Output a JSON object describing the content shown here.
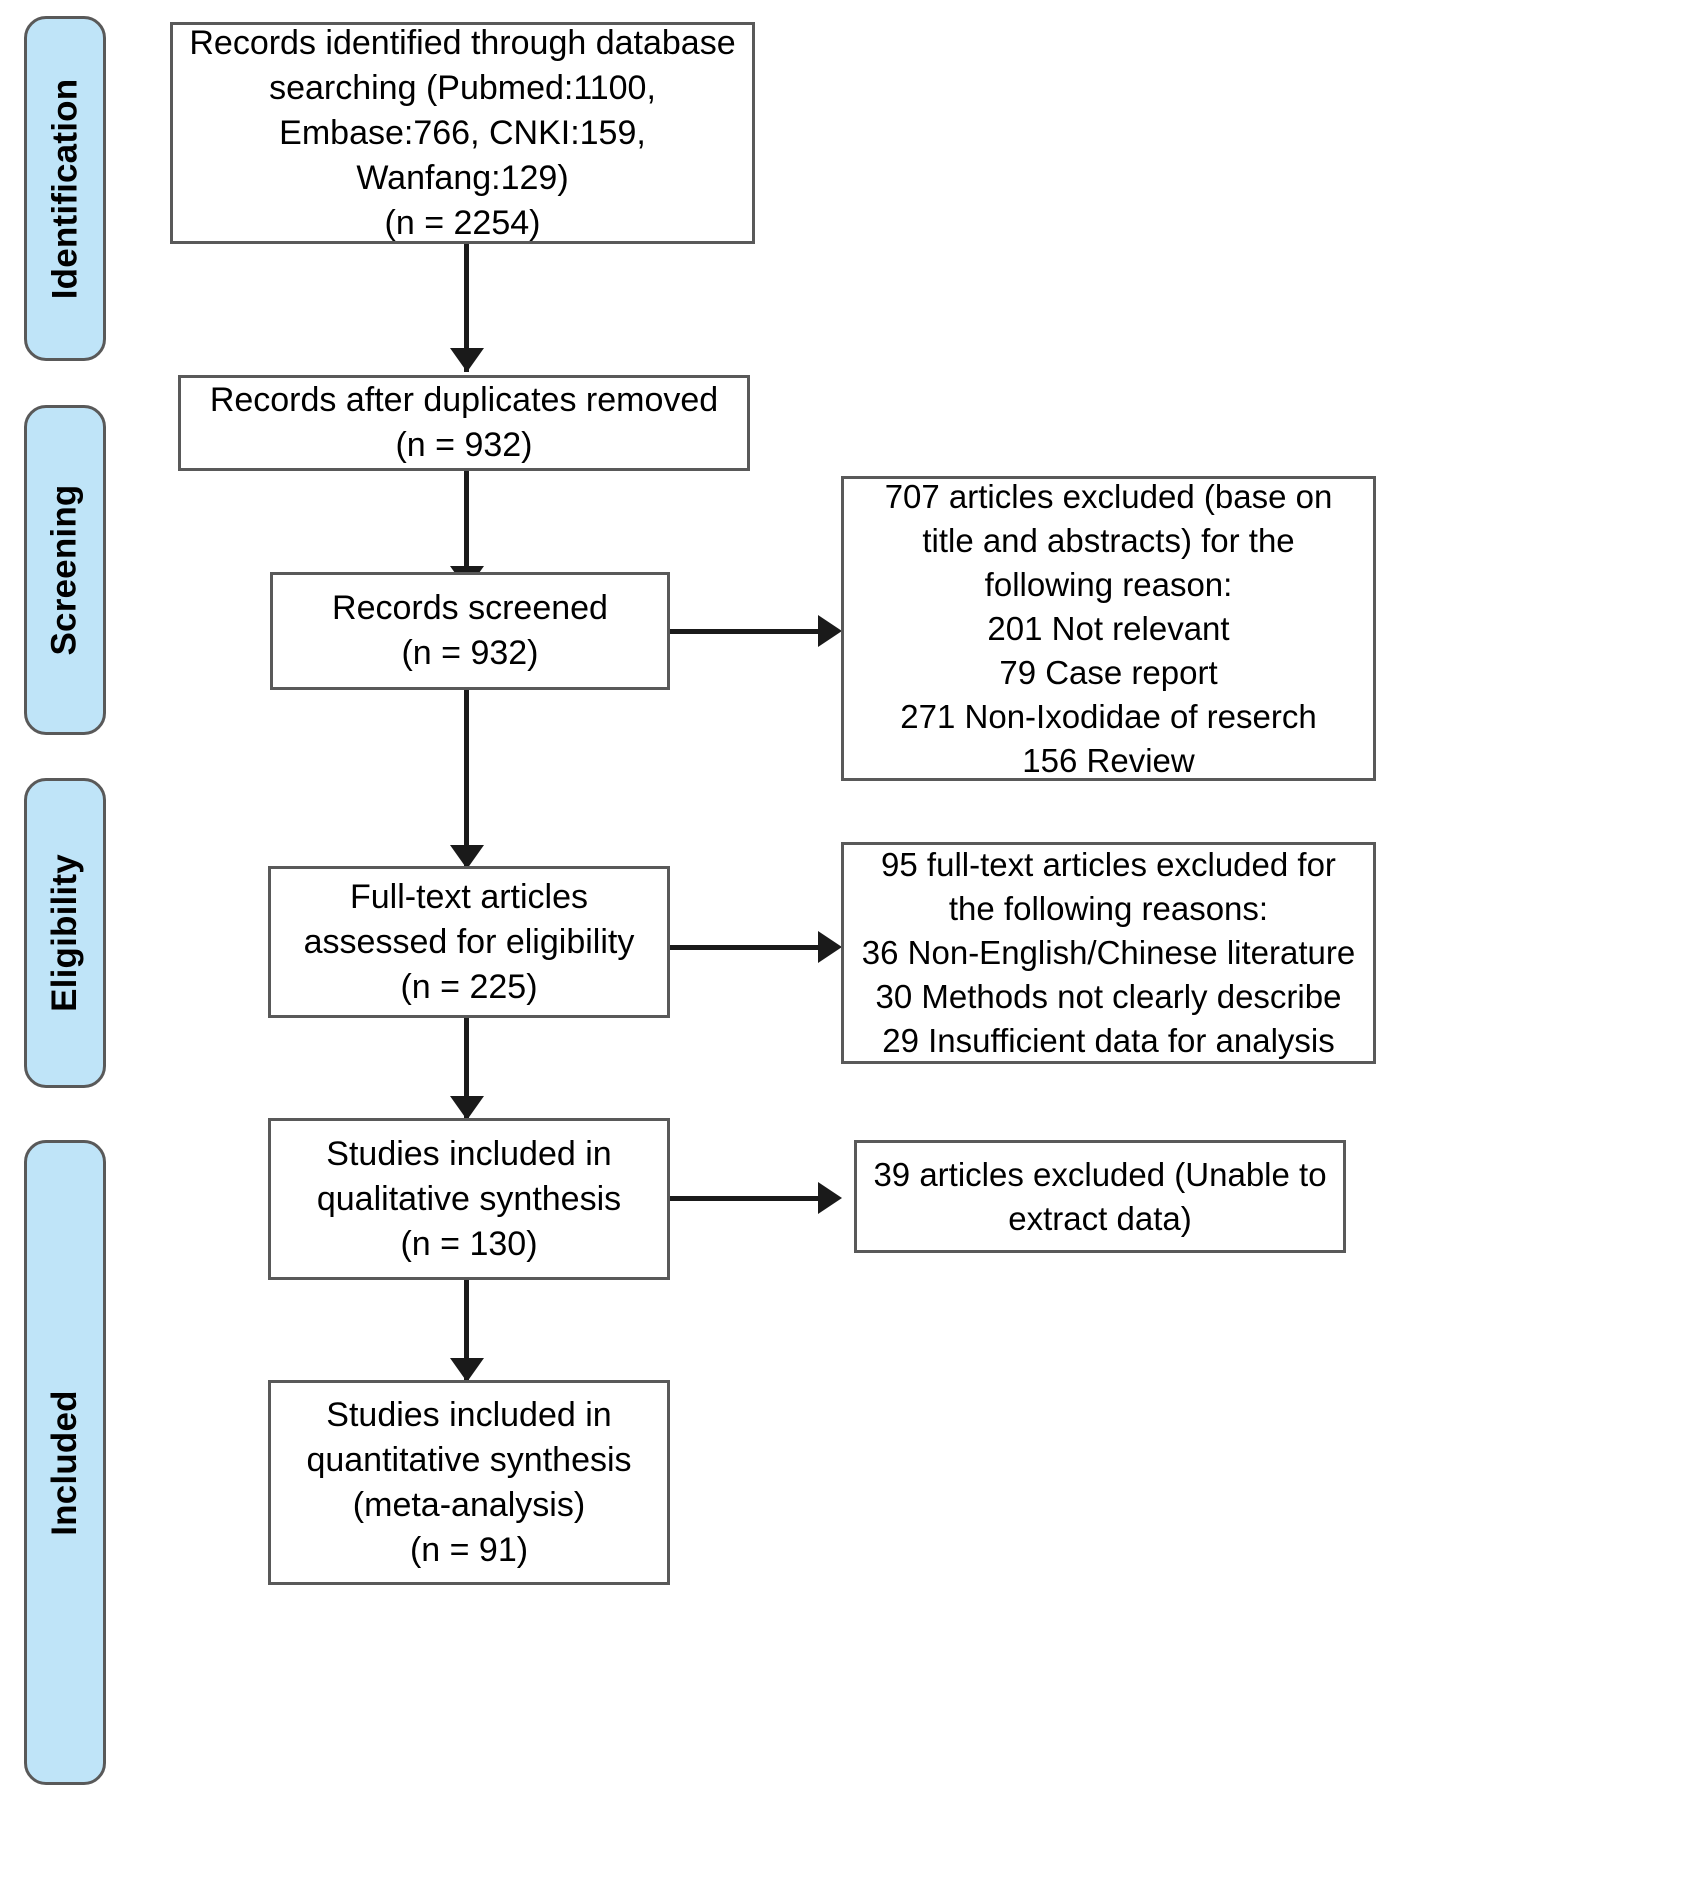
{
  "diagram": {
    "type": "prisma-flow-diagram",
    "title": "PRISMA study selection flow diagram",
    "colors": {
      "stage_fill": "#bfe4f8",
      "stage_border": "#595959",
      "node_border": "#595959",
      "node_fill": "#ffffff",
      "connector": "#1a1a1a",
      "text": "#000000"
    }
  },
  "stages": [
    {
      "id": "identification",
      "label": "Identification"
    },
    {
      "id": "screening",
      "label": "Screening"
    },
    {
      "id": "eligibility",
      "label": "Eligibility"
    },
    {
      "id": "included",
      "label": "Included"
    }
  ],
  "nodes": {
    "records_identified": {
      "text": "Records identified through database searching (Pubmed:1100, Embase:766, CNKI:159, Wanfang:129)\n(n = 2254)",
      "count": 2254,
      "sources": [
        {
          "name": "Pubmed",
          "count": 1100
        },
        {
          "name": "Embase",
          "count": 766
        },
        {
          "name": "CNKI",
          "count": 159
        },
        {
          "name": "Wanfang",
          "count": 129
        }
      ]
    },
    "after_duplicates": {
      "text": "Records after duplicates removed\n(n = 932)",
      "count": 932
    },
    "records_screened": {
      "text": "Records screened\n(n = 932)",
      "count": 932
    },
    "fulltext_assessed": {
      "text": "Full-text articles assessed for eligibility\n(n = 225)",
      "count": 225
    },
    "qualitative": {
      "text": "Studies included in qualitative synthesis\n(n = 130)",
      "count": 130
    },
    "quantitative": {
      "text": "Studies included in quantitative synthesis (meta-analysis)\n(n = 91)",
      "count": 91
    },
    "excluded_screening": {
      "text": "707 articles excluded (base on title and abstracts) for the following reason:\n201 Not relevant\n79 Case report\n271 Non-Ixodidae of reserch\n156 Review",
      "total": 707,
      "reasons": [
        {
          "count": 201,
          "reason": "Not relevant"
        },
        {
          "count": 79,
          "reason": "Case report"
        },
        {
          "count": 271,
          "reason": "Non-Ixodidae of reserch"
        },
        {
          "count": 156,
          "reason": "Review"
        }
      ]
    },
    "excluded_eligibility": {
      "text": "95 full-text articles excluded for the following reasons:\n36 Non-English/Chinese literature\n30 Methods not clearly describe\n29 Insufficient data for analysis",
      "total": 95,
      "reasons": [
        {
          "count": 36,
          "reason": "Non-English/Chinese literature"
        },
        {
          "count": 30,
          "reason": "Methods not clearly describe"
        },
        {
          "count": 29,
          "reason": "Insufficient data for analysis"
        }
      ]
    },
    "excluded_included": {
      "text": "39 articles excluded (Unable to extract data)",
      "total": 39,
      "reasons": [
        {
          "count": 39,
          "reason": "Unable to extract data"
        }
      ]
    }
  }
}
